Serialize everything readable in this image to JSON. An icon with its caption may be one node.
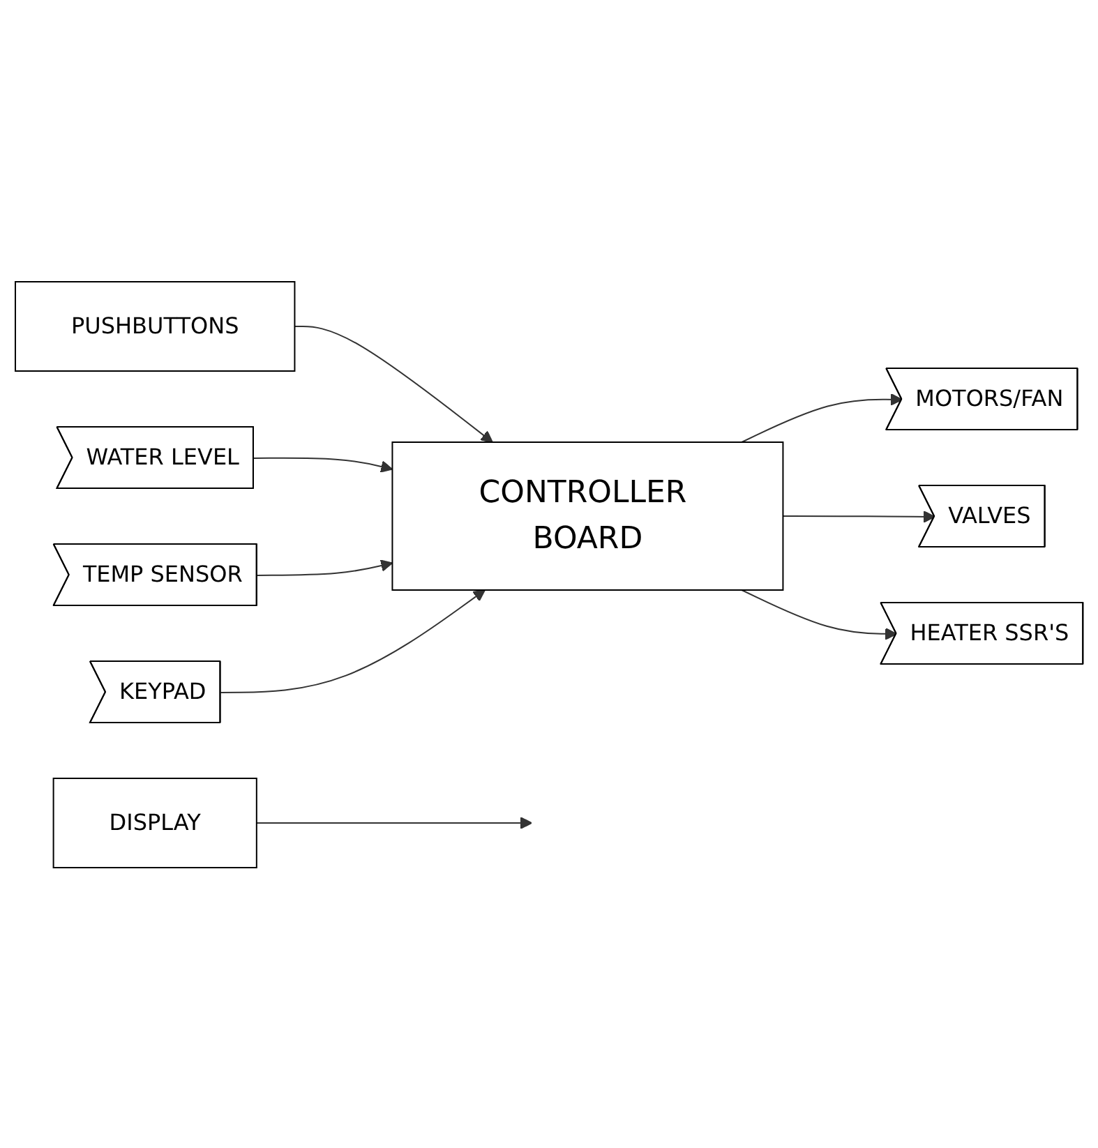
{
  "diagram": {
    "nodes": [
      {
        "text": [
          "PUSHBUTTONS"
        ]
      },
      {
        "text": [
          "WATER LEVEL"
        ]
      },
      {
        "text": [
          "MOTORS/FAN"
        ]
      },
      {
        "text": [
          "TEMP SENSOR"
        ]
      },
      {
        "text": [
          "CONTROLLER BOARD"
        ]
      },
      {
        "text": [
          "VALVES"
        ]
      },
      {
        "text": [
          "KEYPAD"
        ]
      },
      {
        "text": [
          "HEATER SSR'S"
        ]
      },
      {
        "text": [
          "DISPLAY"
        ]
      }
    ],
    "edges": [
      {
        "from": 0,
        "to": 4,
        "arrow": "to"
      },
      {
        "from": 1,
        "to": 4,
        "arrow": "to"
      },
      {
        "from": 3,
        "to": 4,
        "arrow": "to"
      },
      {
        "from": 6,
        "to": 4,
        "arrow": "to"
      },
      {
        "from": 4,
        "to": 2,
        "arrow": "to"
      },
      {
        "from": 4,
        "to": 5,
        "arrow": "to"
      },
      {
        "from": 4,
        "to": 7,
        "arrow": "to"
      },
      {
        "from": 8,
        "to": null,
        "arrow": "to"
      }
    ]
  }
}
